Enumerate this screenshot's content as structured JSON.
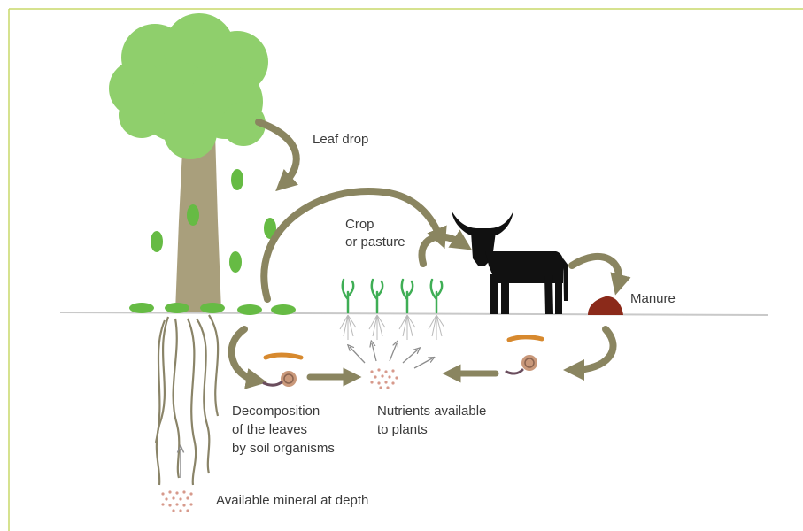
{
  "labels": {
    "leaf_drop": "Leaf drop",
    "crop_line1": "Crop",
    "crop_line2": "or pasture",
    "manure": "Manure",
    "decomposition_line1": "Decomposition",
    "decomposition_line2": "of the leaves",
    "decomposition_line3": "by soil organisms",
    "nutrients_line1": "Nutrients available",
    "nutrients_line2": "to plants",
    "mineral": "Available mineral at depth"
  },
  "colors": {
    "frame": "#c8d96a",
    "canopy": "#8fcf6c",
    "trunk": "#a99f7c",
    "leaf": "#66bb44",
    "arrow": "#8a8560",
    "ground": "#c9c9c9",
    "animal": "#111111",
    "manure": "#8b2a1a",
    "crop": "#3fae55",
    "mineral_dots": "#d79a8c"
  }
}
